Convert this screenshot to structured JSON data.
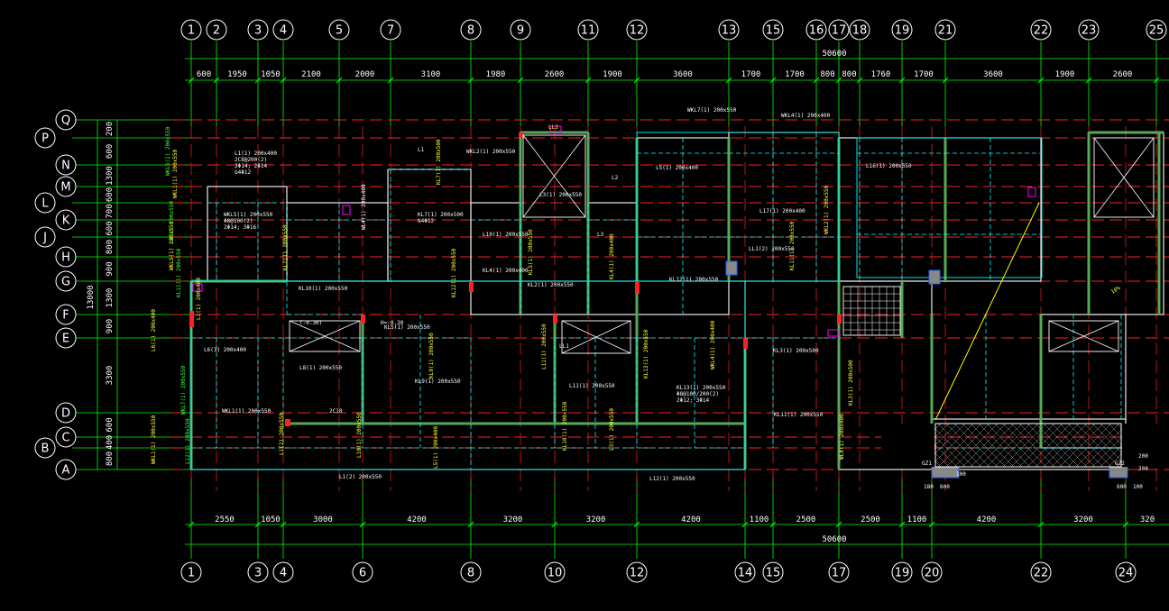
{
  "top_axes": [
    "1",
    "2",
    "3",
    "4",
    "5",
    "7",
    "8",
    "9",
    "11",
    "12",
    "13",
    "15",
    "16",
    "17",
    "18",
    "19",
    "21",
    "22",
    "23",
    "25"
  ],
  "top_dims": [
    "600",
    "1950",
    "1050",
    "2100",
    "2000",
    "3100",
    "1980",
    "2600",
    "1900",
    "3600",
    "1700",
    "1700",
    "800",
    "800",
    "1760",
    "1700",
    "3600",
    "1900",
    "2600"
  ],
  "top_total": "50600",
  "bottom_axes": [
    "1",
    "3",
    "4",
    "6",
    "8",
    "10",
    "12",
    "14",
    "15",
    "17",
    "19",
    "20",
    "22",
    "24"
  ],
  "bottom_dims": [
    "2550",
    "1050",
    "3000",
    "4200",
    "3200",
    "3200",
    "4200",
    "1100",
    "2500",
    "2500",
    "1100",
    "4200",
    "3200",
    "320"
  ],
  "bottom_total": "50600",
  "left_axes": [
    "Q",
    "P",
    "N",
    "M",
    "L",
    "K",
    "J",
    "H",
    "G",
    "F",
    "E",
    "D",
    "C",
    "B",
    "A"
  ],
  "left_dims": [
    "200",
    "600",
    "1300",
    "600",
    "700",
    "600",
    "800",
    "900",
    "1300",
    "900",
    "3300",
    "600",
    "400",
    "800"
  ],
  "left_total": "13000",
  "bottom_small": [
    "180",
    "600",
    "100",
    "600",
    "100",
    "300",
    "200",
    "GZ1",
    "GZ2"
  ],
  "beam_notes": {
    "n1": "L1(1) 200x400",
    "n2": "WKL5(1) 200x550",
    "n3": "KL7(1) 200x500",
    "n4": "L3(1) 200x550",
    "n5": "KL9(1) 200x550",
    "n6": "WL4(1) 200x400",
    "n7": "L8(1) 200x550",
    "n8": "KL13(1) 200x550",
    "n9": "L11(1) 200x550",
    "n10": "L1(2) 200x550",
    "n11": "KL12(1) 200x550",
    "n12": "WKL7(1) 200x550",
    "n13": "WKL4(1) 200x400",
    "n14": "L10(1) 200x550",
    "n15": "KL4(1) 200x400",
    "n16": "KL2(1) 200x550",
    "n17": "L5(1) 200x400",
    "n18": "L12(1) 200x550",
    "n19": "L6(1) 200x400",
    "n20": "KL11(1) 200x550",
    "n21": "KL3(1) 200x500",
    "n22": "WKL2(1) 200x550",
    "n23": "WKL1(1) 200x550",
    "n24": "LL1(2) 200x550",
    "n25": "KL10(1) 200x550",
    "n26": "KL5(1) 200x550",
    "n27": "L16(1) 200x550",
    "n28": "L17(1) 200x400",
    "r1": "2C8@200(2)",
    "r2": "2Φ14; 2Φ14",
    "r3": "G4Φ12",
    "r4": "Φ8@100(2)",
    "r5": "2Φ14; 3Φ16",
    "r6": "N4Φ12",
    "r7": "(-0.30)",
    "r8": "Φ8@100/200(2)",
    "r9": "2Φ12; 3Φ14",
    "lab1": "LL2",
    "lab2": "L1",
    "lab3": "LL1",
    "lab4": "L2",
    "lab5": "L3",
    "lab6": "H=-0.30",
    "lab7": "10%",
    "lab8": "2C10"
  },
  "colors": {
    "bg": "#000000",
    "green": "#00ff00",
    "red": "#ff2020",
    "white": "#ffffff",
    "cyan": "#00ffff",
    "yellow": "#ffff00",
    "magenta": "#ff00ff",
    "blue": "#3060ff",
    "gray": "#9a9a9a"
  }
}
